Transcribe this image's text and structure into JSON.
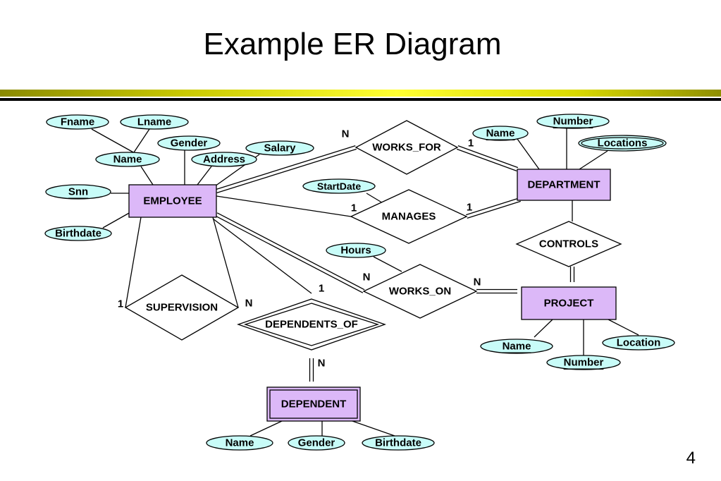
{
  "slide": {
    "title": "Example ER Diagram",
    "page_number": "4"
  },
  "colors": {
    "entity_fill": "#dcb8f8",
    "attribute_fill": "#c8fcf8",
    "relationship_fill": "#ffffff",
    "line": "#000000",
    "title_rule_accent": "#e8e800"
  },
  "entities": [
    {
      "id": "employee",
      "label": "EMPLOYEE",
      "weak": false
    },
    {
      "id": "department",
      "label": "DEPARTMENT",
      "weak": false
    },
    {
      "id": "project",
      "label": "PROJECT",
      "weak": false
    },
    {
      "id": "dependent",
      "label": "DEPENDENT",
      "weak": true
    }
  ],
  "relationships": [
    {
      "id": "works_for",
      "label": "WORKS_FOR",
      "identifying": false
    },
    {
      "id": "manages",
      "label": "MANAGES",
      "identifying": false
    },
    {
      "id": "controls",
      "label": "CONTROLS",
      "identifying": false
    },
    {
      "id": "works_on",
      "label": "WORKS_ON",
      "identifying": false
    },
    {
      "id": "supervision",
      "label": "SUPERVISION",
      "identifying": false
    },
    {
      "id": "dependents_of",
      "label": "DEPENDENTS_OF",
      "identifying": true
    }
  ],
  "attributes": [
    {
      "id": "emp_fname",
      "label": "Fname",
      "key": false,
      "multivalued": false
    },
    {
      "id": "emp_lname",
      "label": "Lname",
      "key": false,
      "multivalued": false
    },
    {
      "id": "emp_name",
      "label": "Name",
      "key": false,
      "multivalued": false
    },
    {
      "id": "emp_gender",
      "label": "Gender",
      "key": false,
      "multivalued": false
    },
    {
      "id": "emp_address",
      "label": "Address",
      "key": false,
      "multivalued": false
    },
    {
      "id": "emp_salary",
      "label": "Salary",
      "key": false,
      "multivalued": false
    },
    {
      "id": "emp_ssn",
      "label": "Snn",
      "key": true,
      "multivalued": false
    },
    {
      "id": "emp_birthdate",
      "label": "Birthdate",
      "key": false,
      "multivalued": false
    },
    {
      "id": "wf_startdate",
      "label": "StartDate",
      "key": false,
      "multivalued": false
    },
    {
      "id": "dept_name",
      "label": "Name",
      "key": true,
      "multivalued": false
    },
    {
      "id": "dept_number",
      "label": "Number",
      "key": true,
      "multivalued": false
    },
    {
      "id": "dept_locations",
      "label": "Locations",
      "key": false,
      "multivalued": true
    },
    {
      "id": "wo_hours",
      "label": "Hours",
      "key": false,
      "multivalued": false
    },
    {
      "id": "proj_name",
      "label": "Name",
      "key": true,
      "multivalued": false
    },
    {
      "id": "proj_number",
      "label": "Number",
      "key": true,
      "multivalued": false
    },
    {
      "id": "proj_location",
      "label": "Location",
      "key": false,
      "multivalued": false
    },
    {
      "id": "dep_name",
      "label": "Name",
      "key": false,
      "multivalued": false
    },
    {
      "id": "dep_gender",
      "label": "Gender",
      "key": false,
      "multivalued": false
    },
    {
      "id": "dep_birthdate",
      "label": "Birthdate",
      "key": false,
      "multivalued": false
    }
  ],
  "cardinalities": {
    "works_for_employee": "N",
    "works_for_department": "1",
    "manages_employee": "1",
    "manages_department": "1",
    "works_on_employee": "N",
    "works_on_project": "N",
    "supervision_supervisor": "1",
    "supervision_supervisee": "N",
    "dependents_of_employee": "1",
    "dependents_of_dependent": "N"
  }
}
